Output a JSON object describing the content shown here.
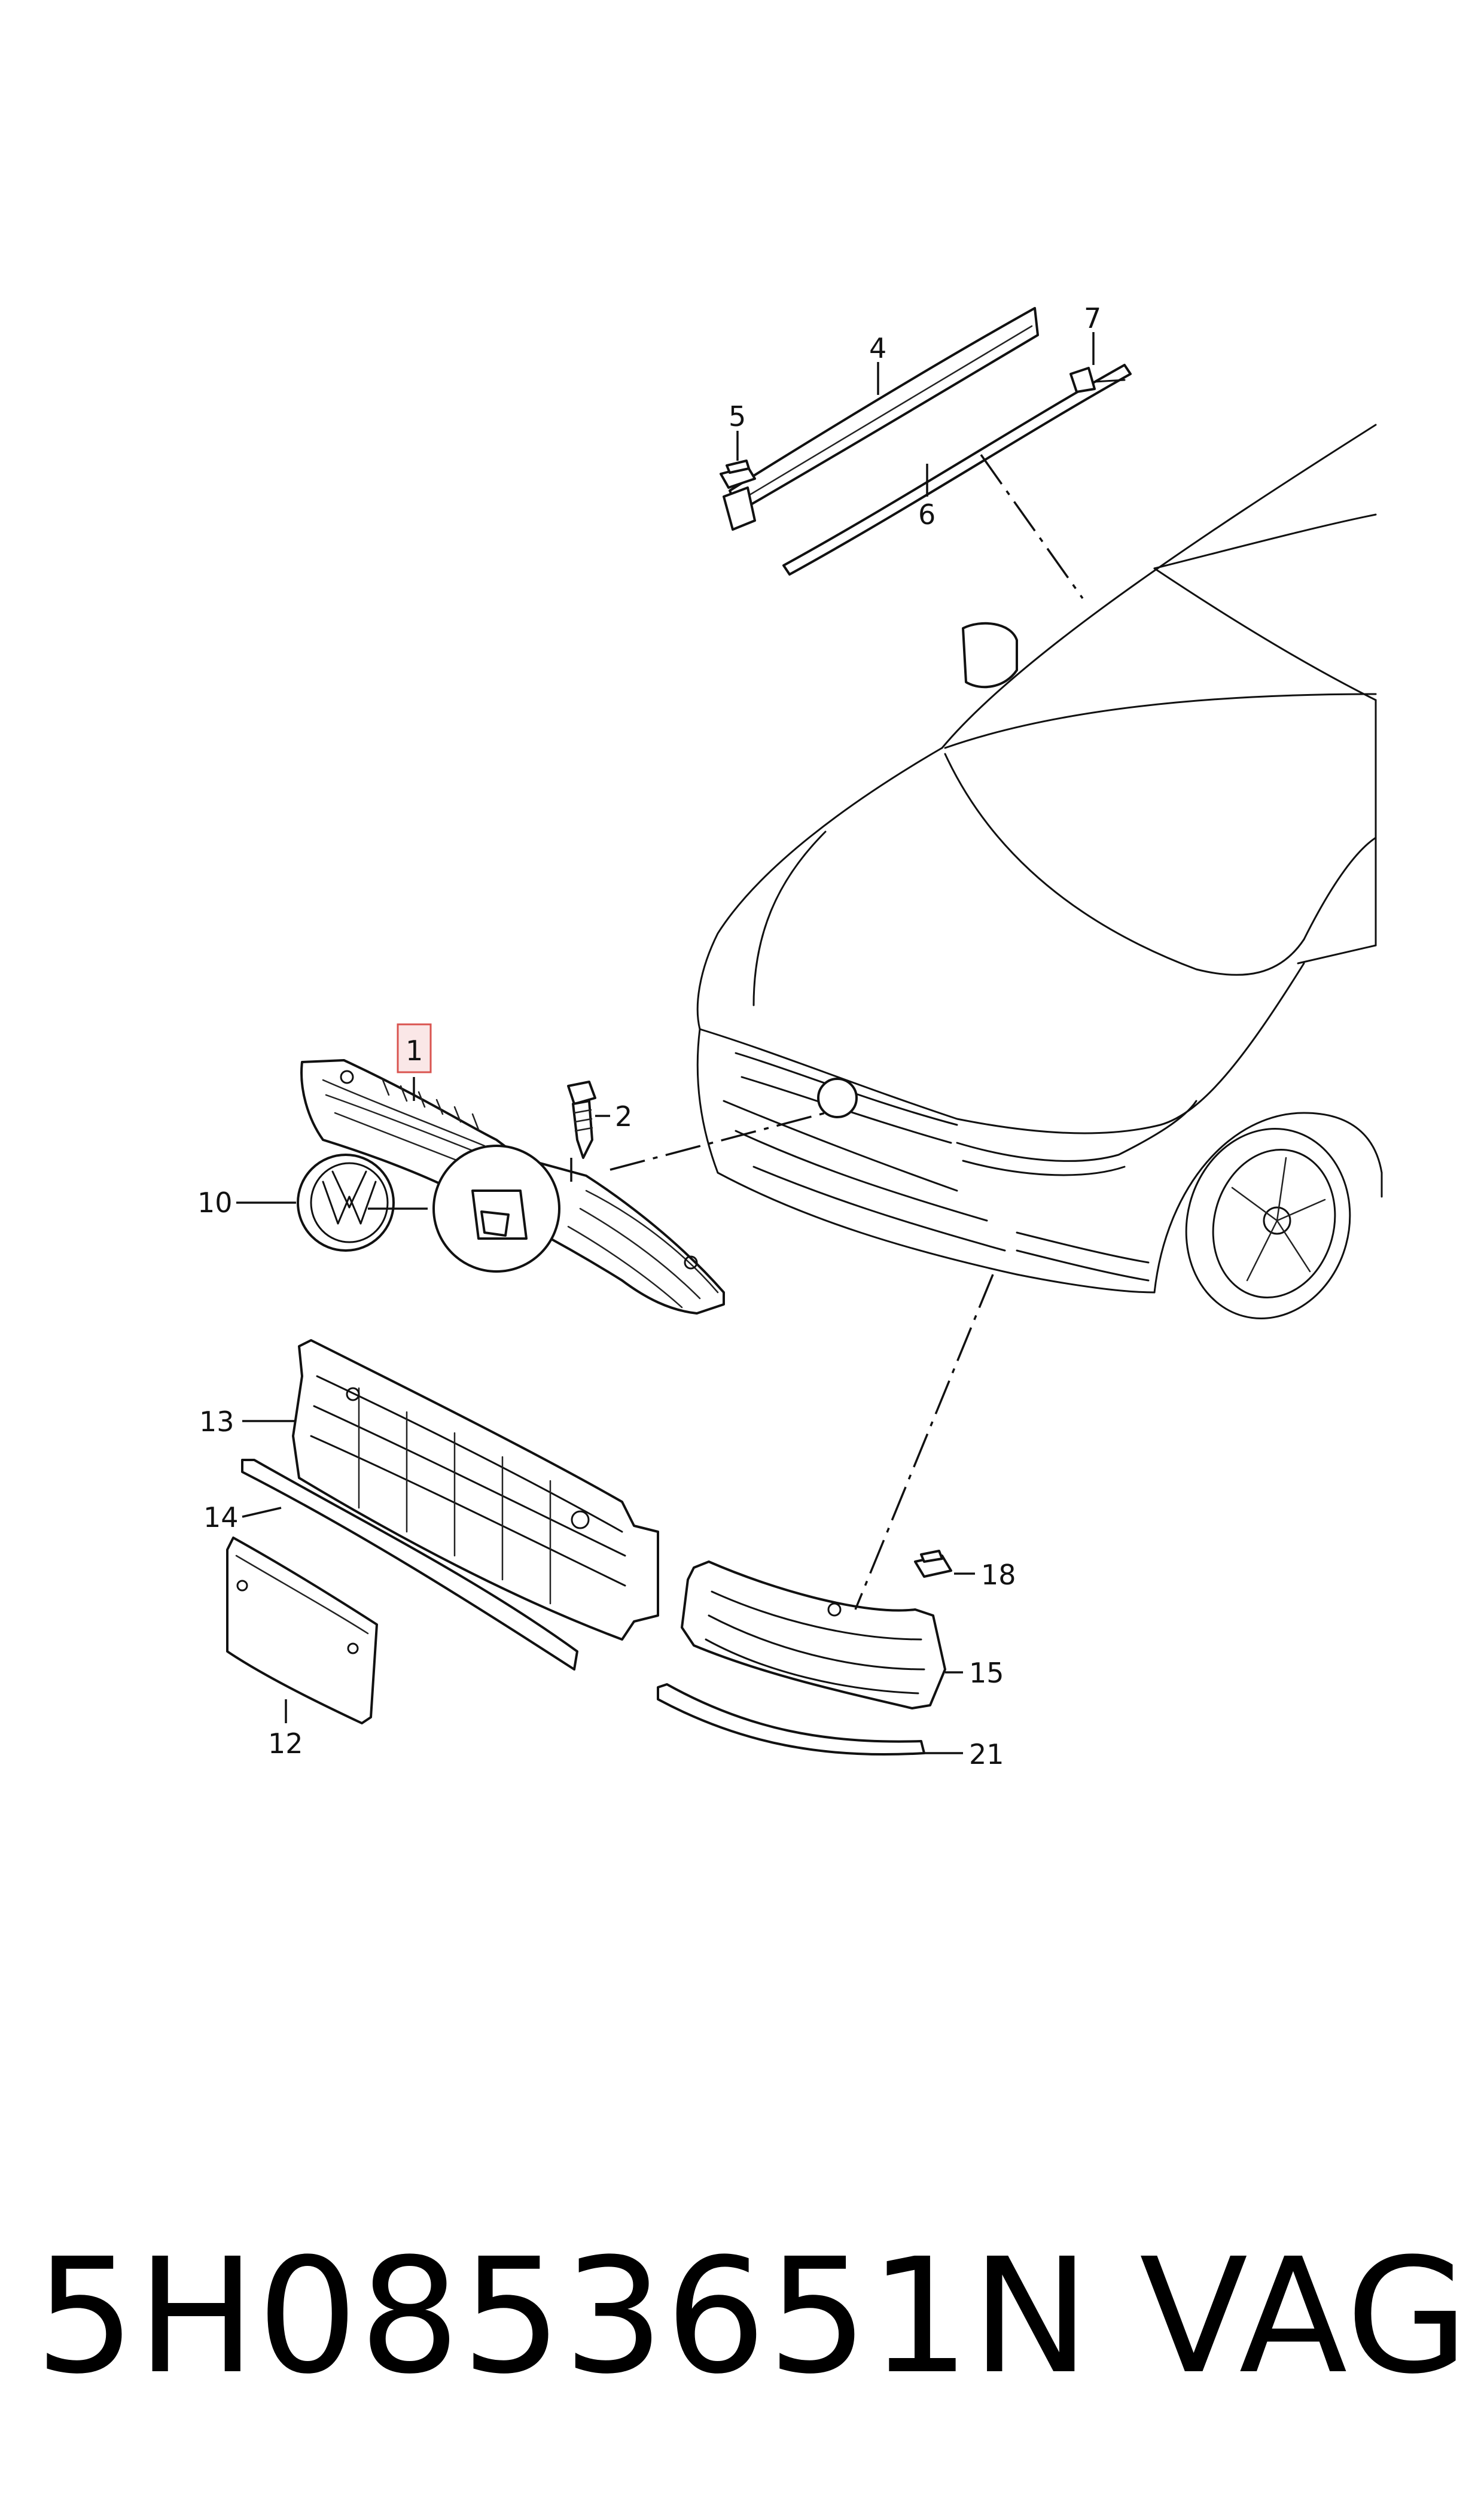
{
  "callouts": {
    "c1": "1",
    "c2": "2",
    "c4": "4",
    "c5": "5",
    "c6": "6",
    "c7": "7",
    "c10": "10",
    "c12": "12",
    "c13": "13",
    "c14": "14",
    "c15": "15",
    "c18": "18",
    "c21": "21"
  },
  "highlighted_callout": "1",
  "footer": {
    "part_number": "5H0853651N",
    "brand": "VAG"
  },
  "colors": {
    "line": "#111111",
    "highlight_fill": "#f0c8c8",
    "highlight_stroke": "#d9534f",
    "background": "#ffffff"
  }
}
